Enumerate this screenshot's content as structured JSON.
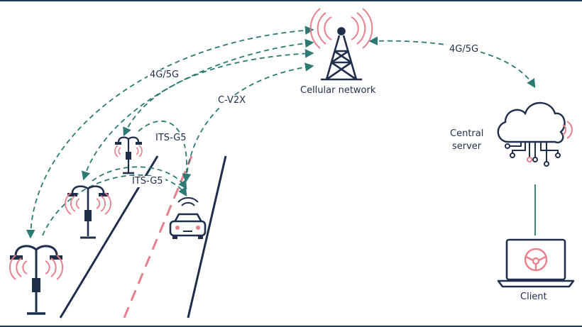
{
  "labels": {
    "cellular_network": "Cellular network",
    "link_4g5g_left": "4G/5G",
    "link_4g5g_right": "4G/5G",
    "link_cv2x": "C-V2X",
    "link_itsg5_upper": "ITS-G5",
    "link_itsg5_lower": "ITS-G5",
    "central_server_line1": "Central",
    "central_server_line2": "server",
    "client": "Client"
  },
  "colors": {
    "navy": "#1f2e4a",
    "teal": "#2c7a73",
    "pink": "#e8808b",
    "frame": "#1f3a58"
  }
}
